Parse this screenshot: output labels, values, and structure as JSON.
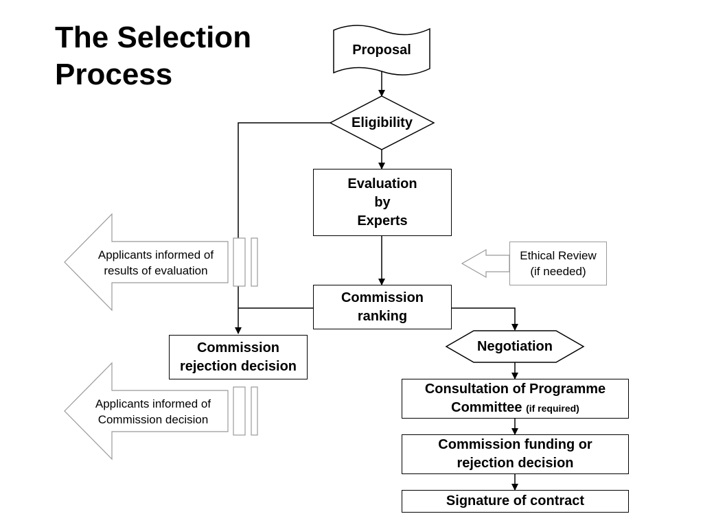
{
  "title": {
    "line1": "The Selection",
    "line2": "Process"
  },
  "nodes": {
    "proposal": "Proposal",
    "eligibility": "Eligibility",
    "evaluation": {
      "line1": "Evaluation",
      "line2": "by",
      "line3": "Experts"
    },
    "ranking": {
      "line1": "Commission",
      "line2": "ranking"
    },
    "rejection": {
      "line1": "Commission",
      "line2": "rejection decision"
    },
    "negotiation": "Negotiation",
    "consultation": {
      "line1": "Consultation of Programme",
      "line2": "Committee",
      "note": "(if required)"
    },
    "funding": {
      "line1": "Commission funding or",
      "line2": "rejection decision"
    },
    "signature": "Signature of contract"
  },
  "side_notes": {
    "evaluation_results": {
      "line1": "Applicants informed of",
      "line2": "results of evaluation"
    },
    "commission_decision": {
      "line1": "Applicants informed of",
      "line2": "Commission decision"
    },
    "ethics": {
      "line1": "Ethical Review",
      "line2": "(if needed)"
    }
  }
}
